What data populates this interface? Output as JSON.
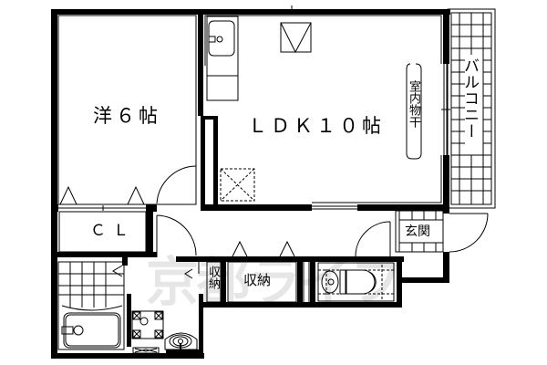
{
  "plan": {
    "rooms": {
      "western_room": "洋６帖",
      "ldk": "ＬＤＫ１０帖",
      "closet": "ＣＬ",
      "balcony": "バルコニー",
      "indoor_drying": "室内物干",
      "entrance": "玄関",
      "storage_small": "収納",
      "storage_main": "収納"
    },
    "watermark": "京都ライフ",
    "colors": {
      "wall": "#000000",
      "background": "#ffffff",
      "watermark": "#e6e6e6"
    }
  }
}
